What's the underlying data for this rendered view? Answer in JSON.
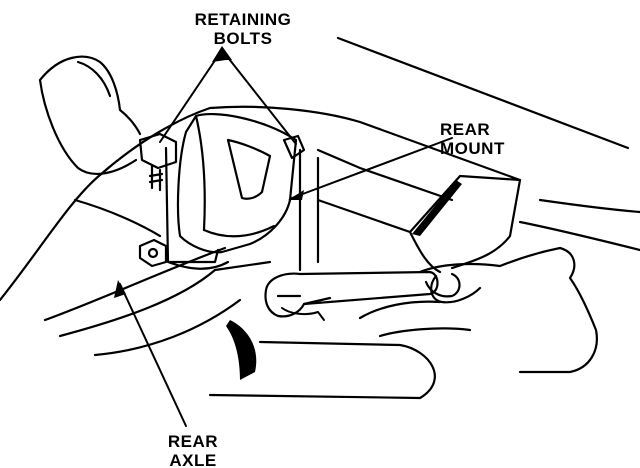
{
  "labels": {
    "retaining_bolts": {
      "line1": "RETAINING",
      "line2": "BOLTS"
    },
    "rear_mount": {
      "line1": "REAR",
      "line2": "MOUNT"
    },
    "rear_axle": {
      "line1": "REAR",
      "line2": "AXLE"
    }
  },
  "colors": {
    "ink": "#000000",
    "paper": "#ffffff"
  }
}
